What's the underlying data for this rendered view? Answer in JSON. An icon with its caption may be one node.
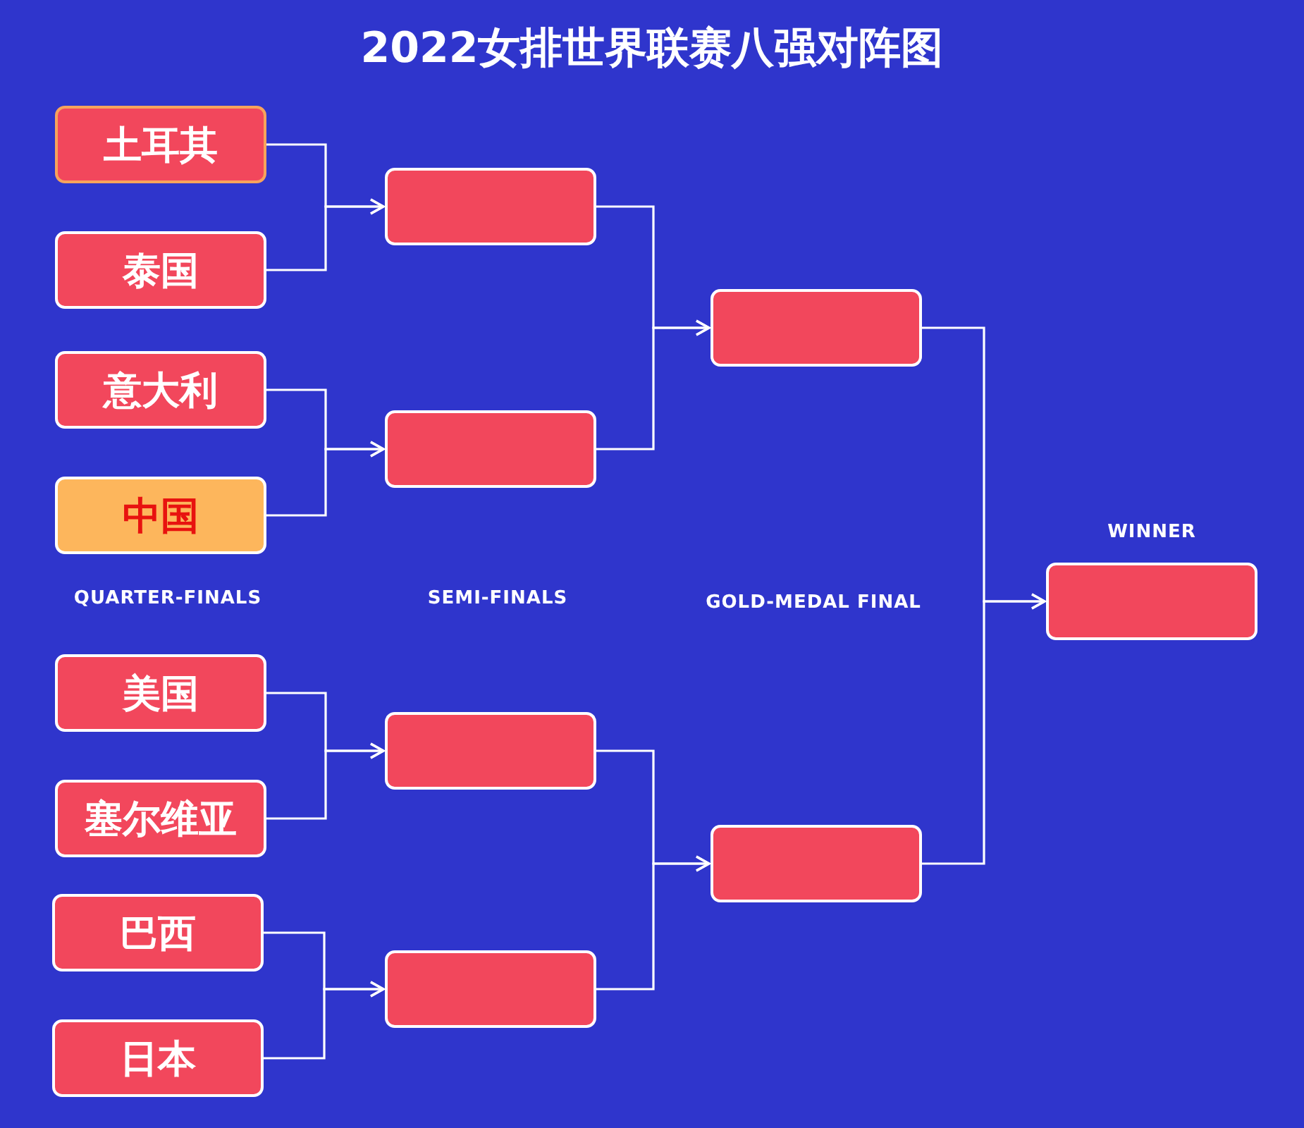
{
  "diagram": {
    "title": "2022女排世界联赛八强对阵图",
    "nodes": [
      {
        "text": [
          "土耳其"
        ]
      },
      {
        "text": [
          "泰国"
        ]
      },
      {
        "text": [
          "意大利"
        ]
      },
      {
        "text": [
          "中国"
        ]
      },
      {
        "text": [
          "美国"
        ]
      },
      {
        "text": [
          "塞尔维亚"
        ]
      },
      {
        "text": [
          "巴西"
        ]
      },
      {
        "text": [
          "日本"
        ]
      },
      {
        "text": [],
        "shape": "box"
      },
      {
        "text": [],
        "shape": "box"
      },
      {
        "text": [],
        "shape": "box"
      },
      {
        "text": [],
        "shape": "box"
      },
      {
        "text": [],
        "shape": "box"
      },
      {
        "text": [],
        "shape": "box"
      },
      {
        "text": [],
        "shape": "box"
      }
    ],
    "edges": [
      {
        "from": 0,
        "to": 8,
        "arrow": "to"
      },
      {
        "from": 1,
        "to": 8,
        "arrow": "to"
      },
      {
        "from": 2,
        "to": 9,
        "arrow": "to"
      },
      {
        "from": 3,
        "to": 9,
        "arrow": "to"
      },
      {
        "from": 4,
        "to": 10,
        "arrow": "to"
      },
      {
        "from": 5,
        "to": 10,
        "arrow": "to"
      },
      {
        "from": 6,
        "to": 11,
        "arrow": "to"
      },
      {
        "from": 7,
        "to": 11,
        "arrow": "to"
      },
      {
        "from": 8,
        "to": 12,
        "arrow": "to"
      },
      {
        "from": 9,
        "to": 12,
        "arrow": "to"
      },
      {
        "from": 10,
        "to": 13,
        "arrow": "to"
      },
      {
        "from": 11,
        "to": 13,
        "arrow": "to"
      },
      {
        "from": 12,
        "to": 14,
        "arrow": "to"
      },
      {
        "from": 13,
        "to": 14,
        "arrow": "to"
      }
    ],
    "labels": [
      "WINNER",
      "QUARTER-FINALS",
      "SEMI-FINALS",
      "GOLD-MEDAL FINAL"
    ]
  }
}
